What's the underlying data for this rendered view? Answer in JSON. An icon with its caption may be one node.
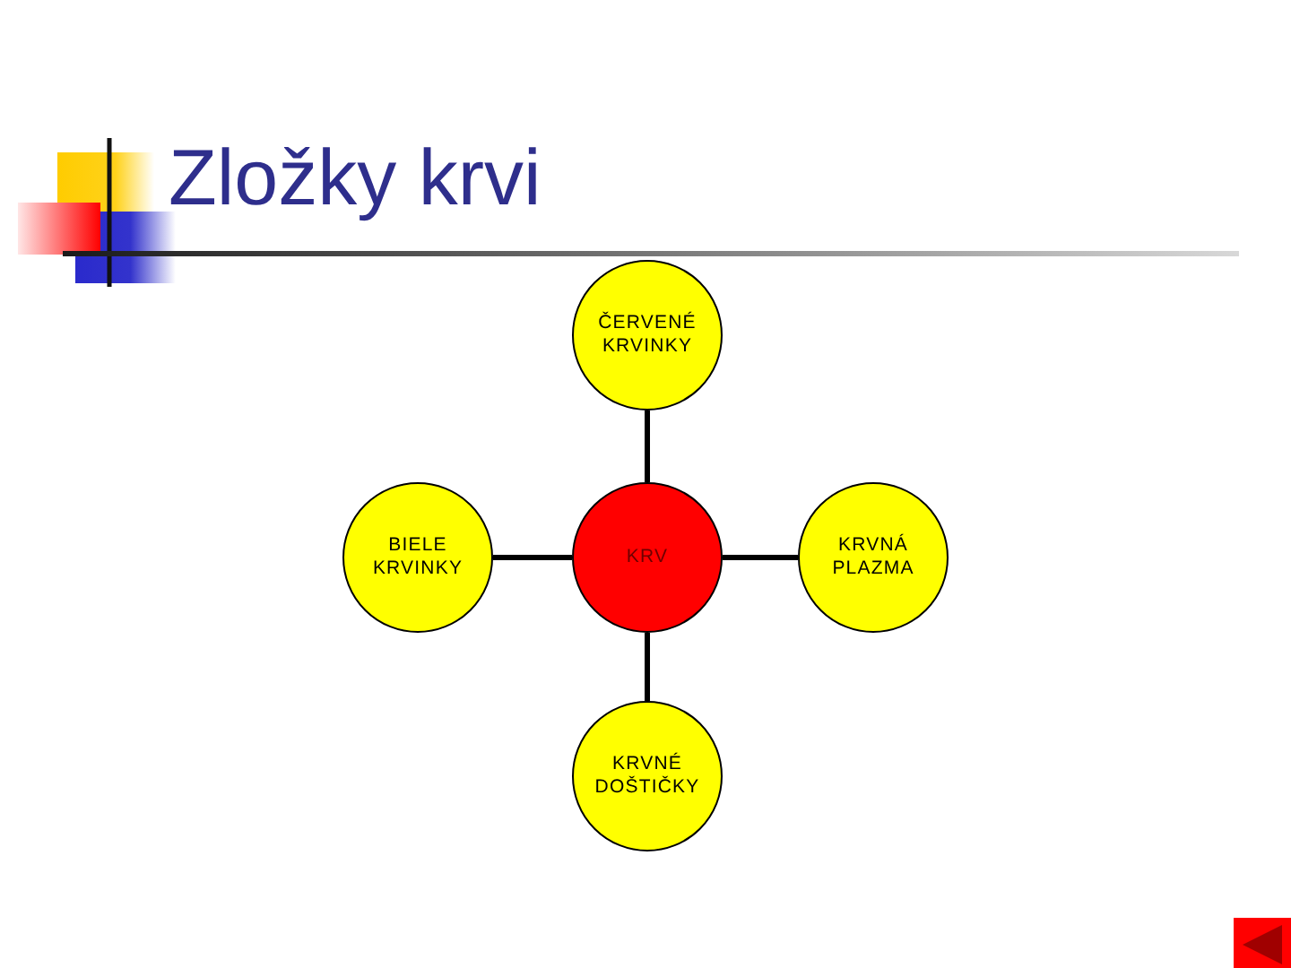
{
  "diagram": {
    "title": "Zložky krvi",
    "nodes": [
      {
        "text": [
          "ČERVENÉ KRVINKY"
        ]
      },
      {
        "text": [
          "BIELE KRVINKY"
        ]
      },
      {
        "text": [
          "KRV"
        ]
      },
      {
        "text": [
          "KRVNÁ PLAZMA"
        ]
      },
      {
        "text": [
          "KRVNÉ DOŠTIČKY"
        ]
      }
    ],
    "edges": [
      {
        "from": 2,
        "to": 0,
        "arrow": "none"
      },
      {
        "from": 2,
        "to": 1,
        "arrow": "none"
      },
      {
        "from": 2,
        "to": 3,
        "arrow": "none"
      },
      {
        "from": 2,
        "to": 4,
        "arrow": "none"
      }
    ]
  }
}
